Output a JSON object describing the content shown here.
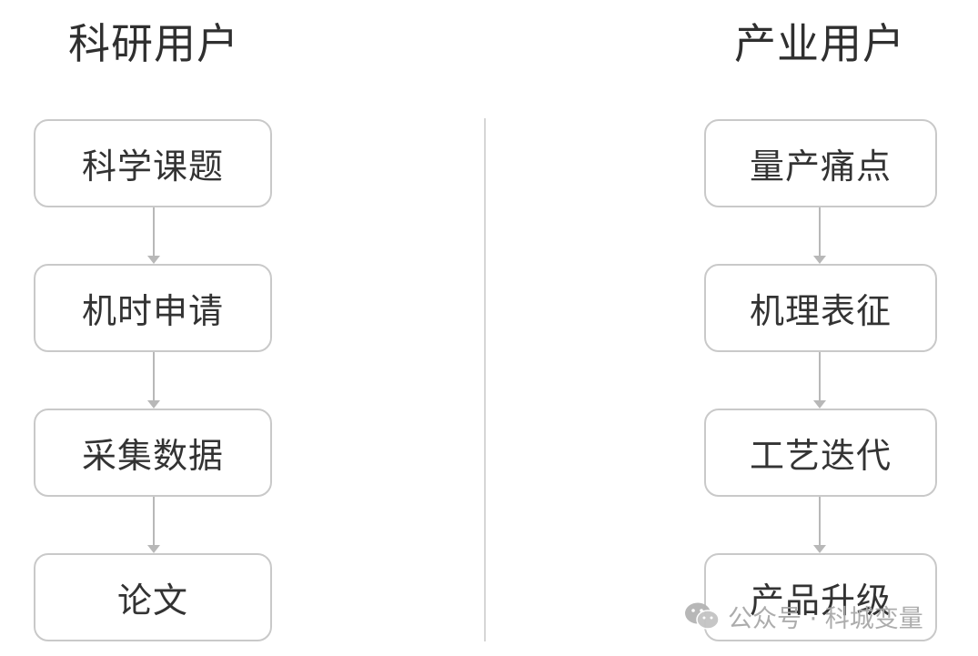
{
  "columns": {
    "left": {
      "title": "科研用户",
      "steps": [
        "科学课题",
        "机时申请",
        "采集数据",
        "论文"
      ]
    },
    "right": {
      "title": "产业用户",
      "steps": [
        "量产痛点",
        "机理表征",
        "工艺迭代",
        "产品升级"
      ]
    }
  },
  "watermark": {
    "text": "公众号 · 科城变量",
    "icon": "wechat-icon"
  },
  "colors": {
    "box_border": "#c9c9c9",
    "arrow": "#b8b8b8",
    "divider": "#d6d6d6",
    "text": "#333333",
    "watermark": "#a8a8a8"
  }
}
